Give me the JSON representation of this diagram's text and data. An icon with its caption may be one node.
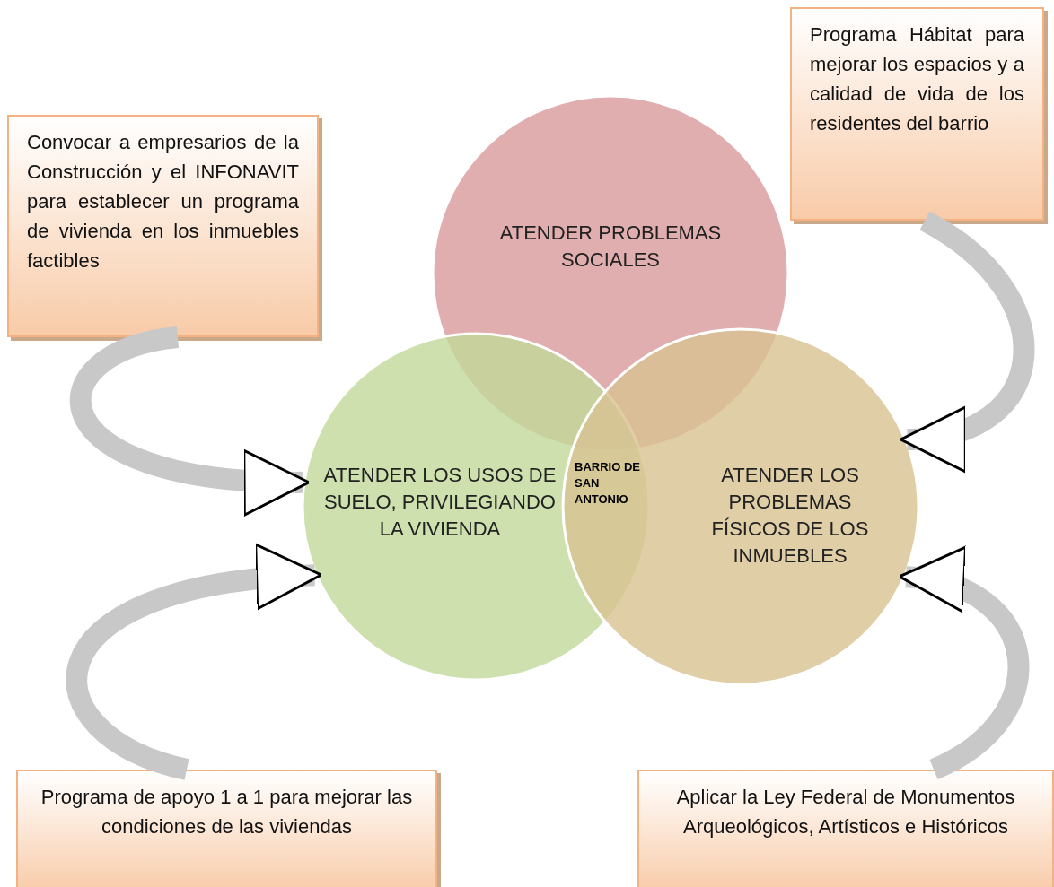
{
  "diagram": {
    "nodes": [
      {
        "text": [
          "Convocar a empresarios de la Construcción y el INFONAVIT para establecer un programa de vivienda en los inmuebles factibles"
        ]
      },
      {
        "text": [
          "Programa Hábitat para mejorar los espacios y a calidad de vida de los residentes del barrio"
        ]
      },
      {
        "text": [
          "ATENDER PROBLEMAS SOCIALES"
        ]
      },
      {
        "text": [
          "ATENDER LOS USOS DE SUELO, PRIVILEGIANDO LA VIVIENDA"
        ]
      },
      {
        "text": [
          "ATENDER LOS PROBLEMAS FÍSICOS DE LOS INMUEBLES"
        ]
      },
      {
        "text": [
          "Programa de apoyo 1 a 1 para mejorar las condiciones de las viviendas"
        ]
      },
      {
        "text": [
          "Aplicar la Ley Federal de Monumentos Arqueológicos, Artísticos e Históricos"
        ]
      }
    ],
    "edges": [
      {
        "from": 0,
        "to": 3,
        "arrow": "to"
      },
      {
        "from": 5,
        "to": 3,
        "arrow": "to"
      },
      {
        "from": 1,
        "to": 4,
        "arrow": "to"
      },
      {
        "from": 6,
        "to": 4,
        "arrow": "to"
      }
    ],
    "labels": [
      "BARRIO DE SAN ANTONIO"
    ]
  }
}
